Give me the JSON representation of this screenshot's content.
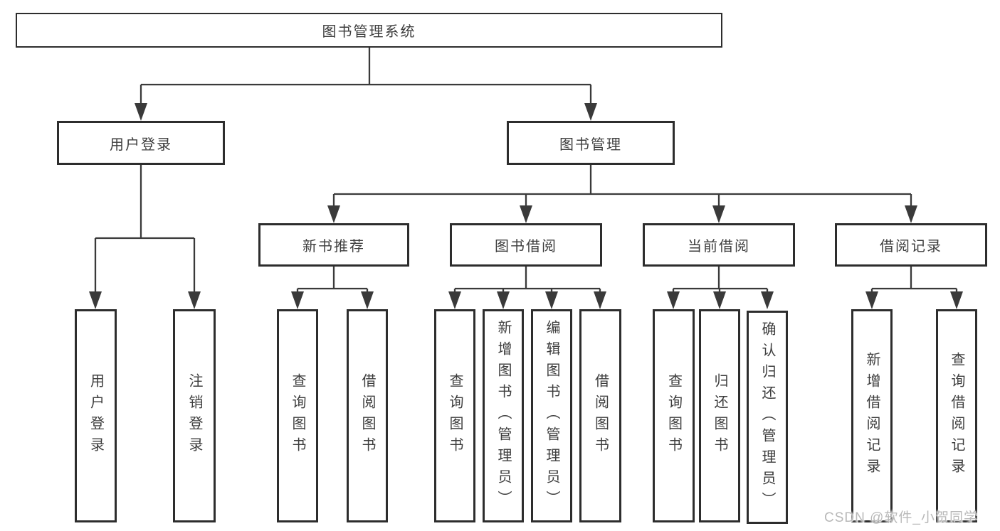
{
  "diagram": {
    "root": {
      "label": "图书管理系统"
    },
    "level2": [
      {
        "label": "用户登录"
      },
      {
        "label": "图书管理"
      }
    ],
    "level3": [
      {
        "label": "新书推荐"
      },
      {
        "label": "图书借阅"
      },
      {
        "label": "当前借阅"
      },
      {
        "label": "借阅记录"
      }
    ],
    "leaf_groups": [
      {
        "parent": "用户登录",
        "items": [
          {
            "label": "用户登录"
          },
          {
            "label": "注销登录"
          }
        ]
      },
      {
        "parent": "新书推荐",
        "items": [
          {
            "label": "查询图书"
          },
          {
            "label": "借阅图书"
          }
        ]
      },
      {
        "parent": "图书借阅",
        "items": [
          {
            "label": "查询图书"
          },
          {
            "label": "新增图书（管理员）"
          },
          {
            "label": "编辑图书（管理员）"
          },
          {
            "label": "借阅图书"
          }
        ]
      },
      {
        "parent": "当前借阅",
        "items": [
          {
            "label": "查询图书"
          },
          {
            "label": "归还图书"
          },
          {
            "label": "确认归还（管理员）"
          }
        ]
      },
      {
        "parent": "借阅记录",
        "items": [
          {
            "label": "新增借阅记录"
          },
          {
            "label": "查询借阅记录"
          }
        ]
      }
    ]
  },
  "watermark": {
    "text": "CSDN @软件_小贺同学",
    "color": "#b9b9b9"
  },
  "colors": {
    "background": "#ffffff",
    "box_fill": "#ffffff",
    "box_border": "#2d2d2d",
    "connector_line": "#3a3a3a",
    "text": "#3d3d3d"
  }
}
